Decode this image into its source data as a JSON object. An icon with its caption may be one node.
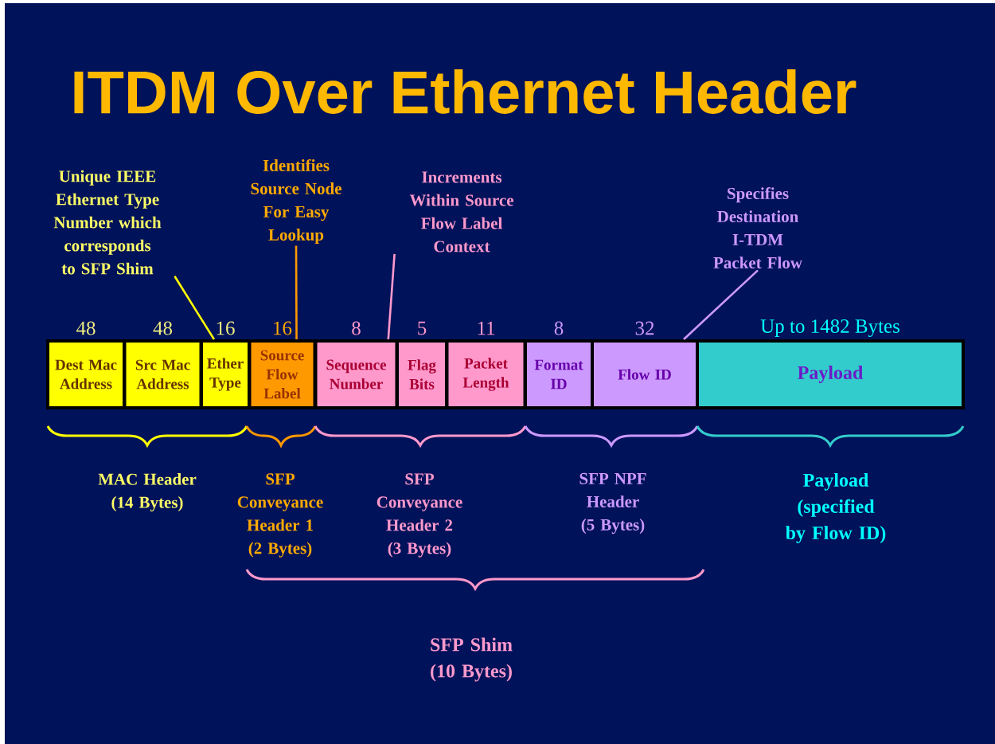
{
  "diagram": {
    "title": "ITDM Over Ethernet Header",
    "nodes": [
      {
        "text": [
          "Unique IEEE Ethernet Type Number which corresponds to SFP Shim"
        ]
      },
      {
        "text": [
          "Identifies Source Node For Easy Lookup"
        ]
      },
      {
        "text": [
          "Increments Within Source Flow Label Context"
        ]
      },
      {
        "text": [
          "Specifies Destination I-TDM Packet Flow"
        ]
      },
      {
        "text": [
          "Dest Mac Address"
        ],
        "beside": [
          "48"
        ]
      },
      {
        "text": [
          "Src Mac Address"
        ],
        "beside": [
          "48"
        ]
      },
      {
        "text": [
          "Ether Type"
        ],
        "beside": [
          "16"
        ]
      },
      {
        "text": [
          "Source Flow Label"
        ],
        "beside": [
          "16"
        ]
      },
      {
        "text": [
          "Sequence Number"
        ],
        "beside": [
          "8"
        ]
      },
      {
        "text": [
          "Flag Bits"
        ],
        "beside": [
          "5"
        ]
      },
      {
        "text": [
          "Packet Length"
        ],
        "beside": [
          "11"
        ]
      },
      {
        "text": [
          "Format ID"
        ],
        "beside": [
          "8"
        ]
      },
      {
        "text": [
          "Flow ID"
        ],
        "beside": [
          "32"
        ]
      },
      {
        "text": [
          "Payload"
        ],
        "beside": [
          "Up to 1482 Bytes"
        ]
      }
    ],
    "edges": [
      {
        "from": 0,
        "to": 6,
        "arrow": "none",
        "color": "#ffff00"
      },
      {
        "from": 1,
        "to": 7,
        "arrow": "none",
        "color": "#ff9900"
      },
      {
        "from": 2,
        "to": 8,
        "arrow": "none",
        "color": "#ff99cc"
      },
      {
        "from": 3,
        "to": 12,
        "arrow": "none",
        "color": "#cc99ff"
      }
    ],
    "labels": [
      "MAC Header (14 Bytes)",
      "SFP Conveyance Header 1 (2 Bytes)",
      "SFP Conveyance Header 2 (3 Bytes)",
      "SFP NPF Header (5 Bytes)",
      "Payload (specified by Flow ID)",
      "SFP Shim (10 Bytes)"
    ]
  }
}
